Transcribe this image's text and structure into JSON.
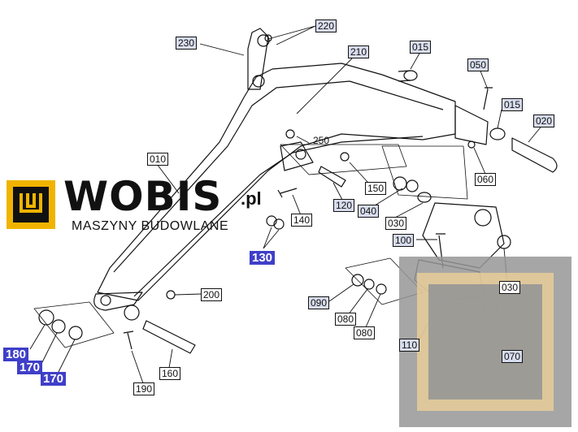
{
  "brand": {
    "name": "WOBIS",
    "domain_suffix": ".pl",
    "tagline": "MASZYNY BUDOWLANE"
  },
  "parts": {
    "p220": "220",
    "p230": "230",
    "p210": "210",
    "p015a": "015",
    "p050": "050",
    "p015b": "015",
    "p020": "020",
    "p010": "010",
    "p250": "250",
    "p060": "060",
    "p150": "150",
    "p040": "040",
    "p120": "120",
    "p030a": "030",
    "p140": "140",
    "p100": "100",
    "p130": "130",
    "p030b": "030",
    "p200": "200",
    "p090": "090",
    "p080a": "080",
    "p080b": "080",
    "p180": "180",
    "p170a": "170",
    "p170b": "170",
    "p110": "110",
    "p070": "070",
    "p160": "160",
    "p190": "190"
  },
  "colors": {
    "label_box": "#d7dced",
    "highlight": "#3f3fc9",
    "logo_yellow": "#f0b400"
  }
}
